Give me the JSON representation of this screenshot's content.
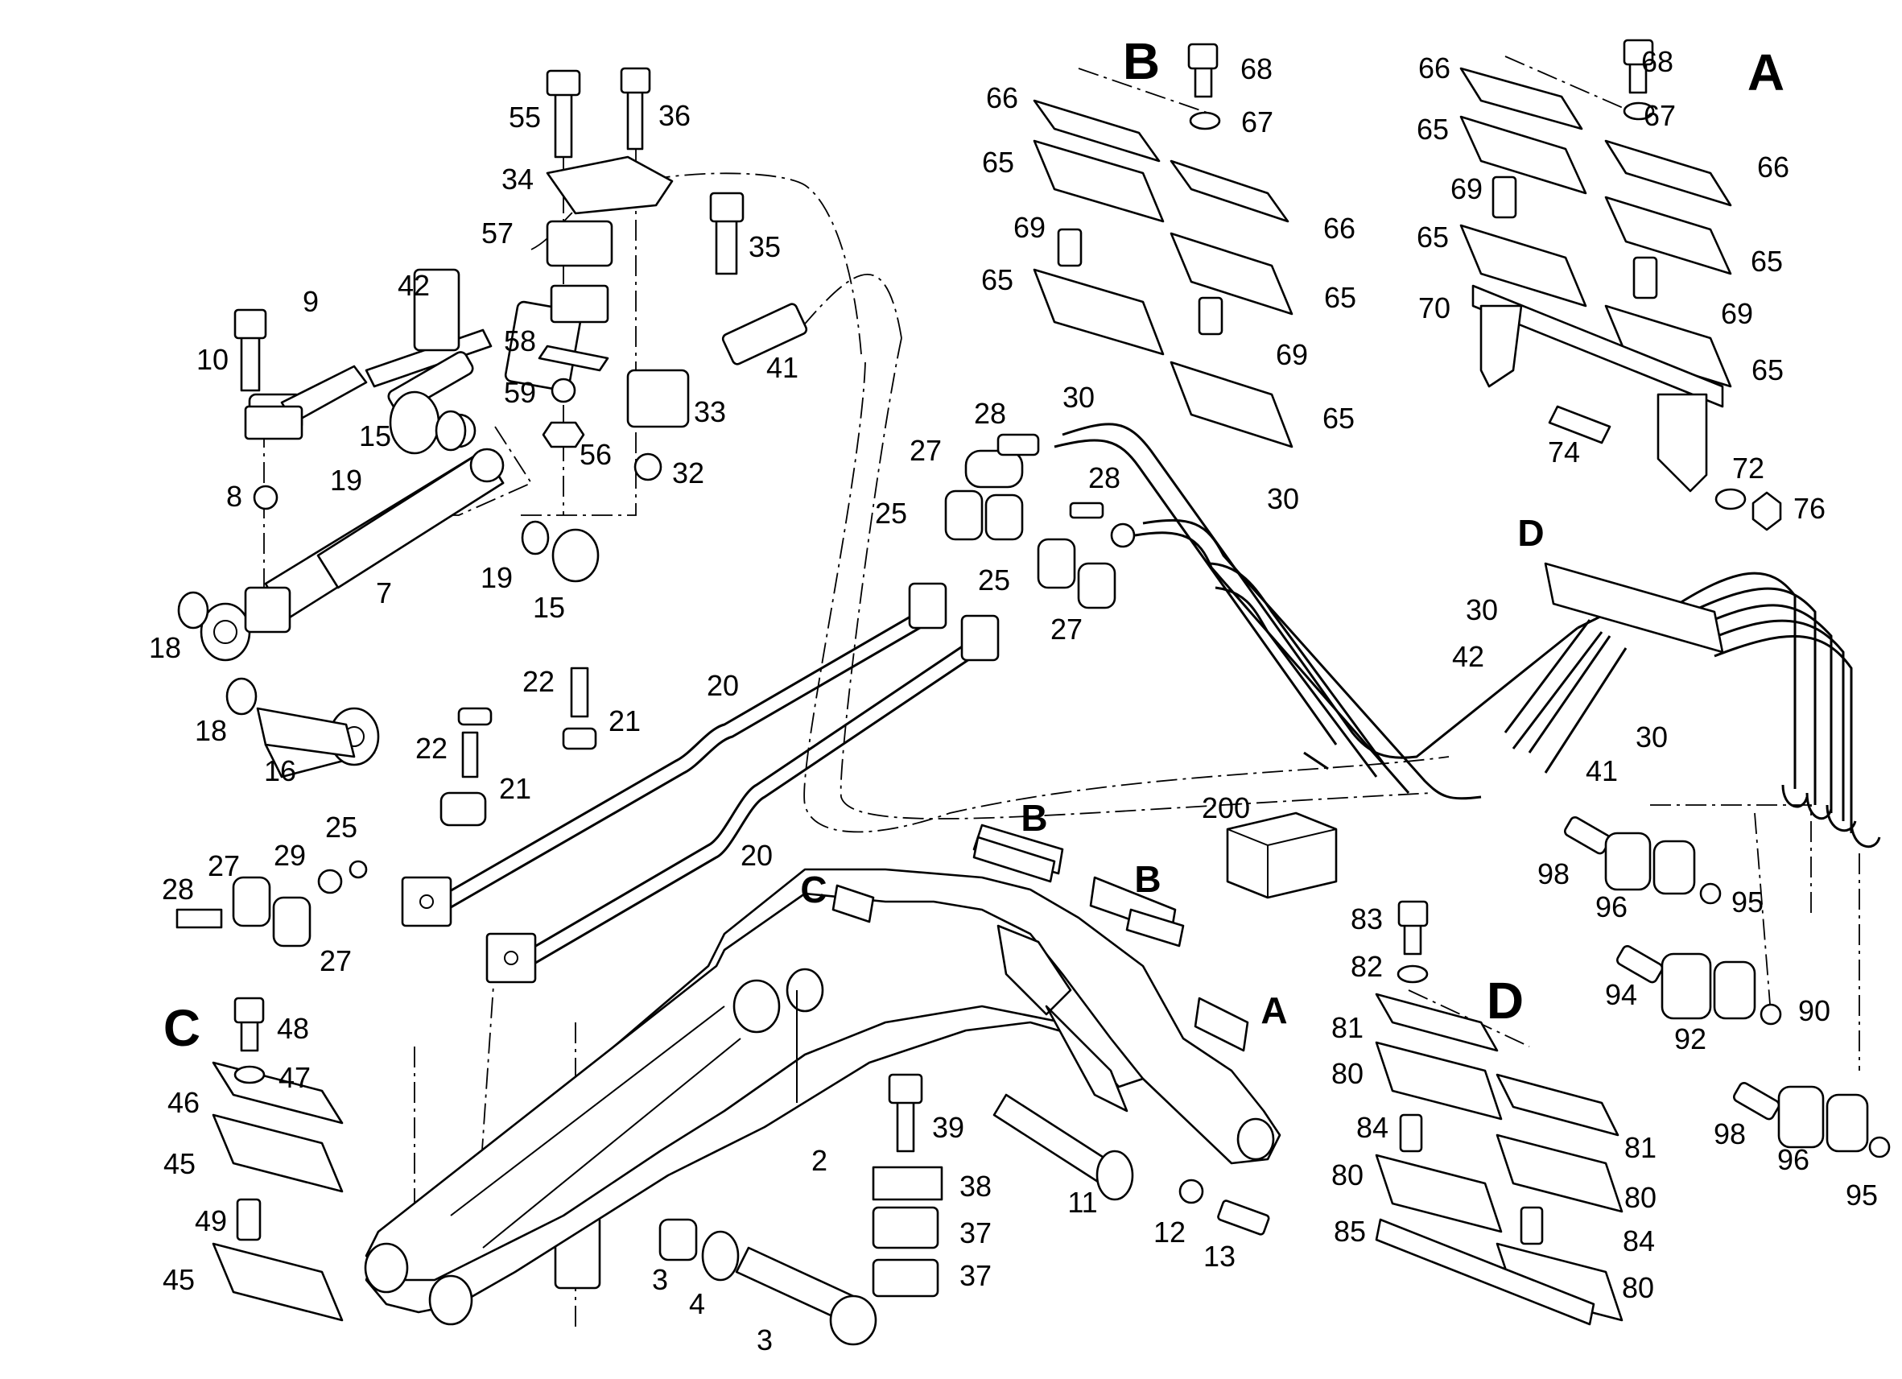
{
  "sections": {
    "a": "A",
    "b": "B",
    "c": "C",
    "d": "D"
  },
  "callouts": {
    "c2": "2",
    "c3": "3",
    "c4": "4",
    "c7": "7",
    "c8": "8",
    "c9": "9",
    "c10": "10",
    "c11": "11",
    "c12": "12",
    "c13": "13",
    "c15": "15",
    "c16": "16",
    "c18": "18",
    "c19": "19",
    "c20": "20",
    "c21": "21",
    "c22": "22",
    "c25": "25",
    "c27": "27",
    "c28": "28",
    "c29": "29",
    "c30": "30",
    "c32": "32",
    "c33": "33",
    "c34": "34",
    "c35": "35",
    "c36": "36",
    "c37": "37",
    "c38": "38",
    "c39": "39",
    "c41": "41",
    "c42": "42",
    "c45": "45",
    "c46": "46",
    "c47": "47",
    "c48": "48",
    "c49": "49",
    "c55": "55",
    "c56": "56",
    "c57": "57",
    "c58": "58",
    "c59": "59",
    "c65": "65",
    "c66": "66",
    "c67": "67",
    "c68": "68",
    "c69": "69",
    "c70": "70",
    "c72": "72",
    "c74": "74",
    "c76": "76",
    "c80": "80",
    "c81": "81",
    "c82": "82",
    "c83": "83",
    "c84": "84",
    "c85": "85",
    "c90": "90",
    "c92": "92",
    "c94": "94",
    "c95": "95",
    "c96": "96",
    "c98": "98",
    "c200": "200"
  }
}
